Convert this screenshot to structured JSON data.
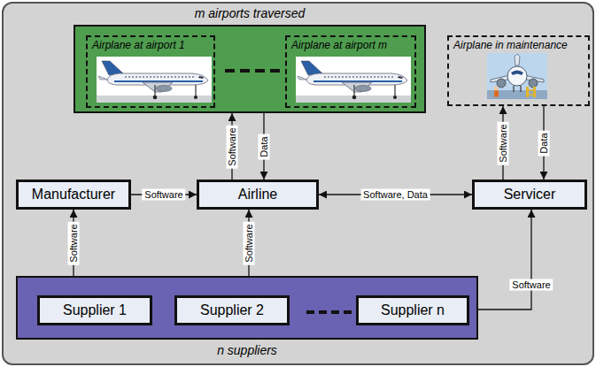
{
  "diagram": {
    "nodes": [
      {
        "text": [
          "m airports traversed"
        ]
      },
      {
        "text": [
          "Airplane at airport 1"
        ],
        "in": 0
      },
      {
        "text": [
          "Airplane at airport m"
        ],
        "in": 0
      },
      {
        "text": [
          "Airplane in maintenance"
        ]
      },
      {
        "text": [
          "Manufacturer"
        ]
      },
      {
        "text": [
          "Airline"
        ]
      },
      {
        "text": [
          "Servicer"
        ]
      },
      {
        "text": [
          "n suppliers"
        ]
      },
      {
        "text": [
          "Supplier 1"
        ],
        "in": 7
      },
      {
        "text": [
          "Supplier 2"
        ],
        "in": 7
      },
      {
        "text": [
          "Supplier n"
        ],
        "in": 7
      }
    ],
    "edges": [
      {
        "from": 4,
        "to": 5,
        "label": "Software",
        "arrow": "to"
      },
      {
        "from": 5,
        "to": 0,
        "label": "Software",
        "arrow": "to"
      },
      {
        "from": 0,
        "to": 5,
        "label": "Data",
        "arrow": "to"
      },
      {
        "from": 5,
        "to": 6,
        "label": "Software, Data",
        "arrow": "both"
      },
      {
        "from": 6,
        "to": 3,
        "label": "Software",
        "arrow": "to"
      },
      {
        "from": 3,
        "to": 6,
        "label": "Data",
        "arrow": "to"
      },
      {
        "from": 7,
        "to": 4,
        "label": "Software",
        "arrow": "to"
      },
      {
        "from": 7,
        "to": 5,
        "label": "Software",
        "arrow": "to"
      },
      {
        "from": 7,
        "to": 6,
        "label": "Software",
        "arrow": "to"
      }
    ]
  }
}
